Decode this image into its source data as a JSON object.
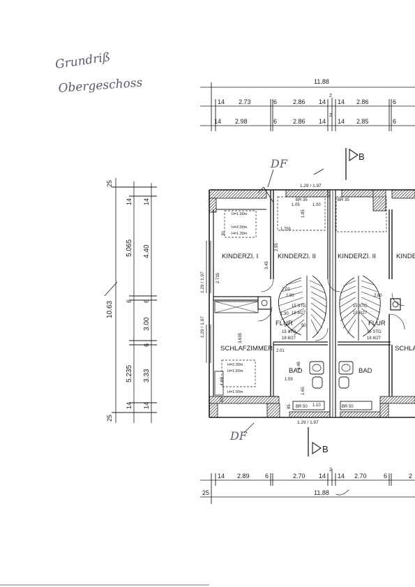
{
  "handwriting": {
    "line1": "Grundriß",
    "line2": "Obergeschoss"
  },
  "top_dims": {
    "total": "11.88",
    "row1": [
      "14",
      "2.73",
      "6",
      "2.86",
      "14",
      "2",
      "14",
      "2.86",
      "6"
    ],
    "row2": [
      "14",
      "2.98",
      "6",
      "2.86",
      "14",
      "2",
      "14",
      "2.85",
      "6"
    ]
  },
  "bottom_dims": {
    "row1": [
      "14",
      "2.89",
      "6",
      "2.70",
      "14",
      "2",
      "14",
      "2.70",
      "6",
      "2"
    ],
    "row2": [
      "25",
      "11.88"
    ]
  },
  "left_dims": {
    "total": "10.63",
    "col1": [
      "25",
      "14",
      "5.065",
      "6",
      "5.235",
      "14",
      "25"
    ],
    "col2": [
      "14",
      "4.40",
      "6",
      "3.00",
      "6",
      "3.33",
      "14"
    ]
  },
  "section_marks": {
    "top": "B",
    "bottom": "B",
    "df_top": "DF",
    "df_bottom": "DF"
  },
  "rooms": {
    "kinderzi1": "KINDERZI. I",
    "kinderzi2": "KINDERZI. II",
    "kinderzi2_right": "KINDERZI. II",
    "kinde_partial": "KINDE",
    "schlafzimmer": "SCHLAFZIMMER",
    "schla_partial": "SCHLA",
    "flur_left": "FLUR",
    "flur_right": "FLUR",
    "bad_left": "BAD",
    "bad_right": "BAD"
  },
  "annotations": {
    "win_top": "1.29 / 1.97",
    "win_bottom": "1.29 / 1.97",
    "win_left1": "1.29 / 1.97",
    "win_left2": "1.29 / 1.97",
    "ha": "H=1.00m",
    "hb": "H=2.00m",
    "hc": "H=1.30m",
    "h_s1": "H=2.30m",
    "h_s2": "H=1.60m",
    "h_s3": "H=1.00m",
    "br35_a": "BR 35",
    "br35_b": "BR 35",
    "br50_a": "BR 50",
    "br50_b": "BR 50",
    "d_105": "1.05",
    "d_100": "1.00",
    "d_185": "1.85",
    "d_1755": "1.755",
    "d_255": "2.55",
    "d_345": "3.45",
    "d_2735": "2.735",
    "d_280a": "2.80",
    "d_280b": "2.80",
    "d_201a": "2.01",
    "d_201b": "2.01",
    "d_130": "1.30",
    "d_50": "50",
    "stg1": "15 STG",
    "stg1b": "18 8/27",
    "stg2": "15 STG",
    "stg2b": "18 8/27",
    "stg3": "15 STG",
    "stg3b": "18 8/27",
    "stg4": "15 STG",
    "stg4b": "18 8/27",
    "d_3635": "3.635",
    "d_348": "3.48",
    "d_159": "1.59",
    "d_165": "1.65",
    "d_110": "1.10",
    "d_85": "85",
    "d_60": "60",
    "d_100b": "1.00",
    "d_30": "30"
  }
}
